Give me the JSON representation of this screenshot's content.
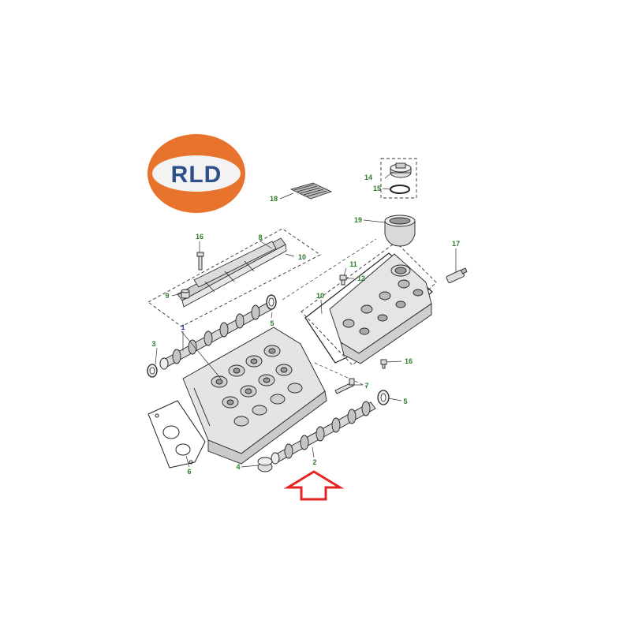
{
  "logo": {
    "text": "RLD",
    "ring_color": "#e8732c",
    "inner_color": "#f3f3f3",
    "text_color": "#2d4f8b"
  },
  "callout_color": "#2a7a2a",
  "special_callout_color": "#1f3fa3",
  "arrow_color": "#e52323",
  "callouts": {
    "c1": "1",
    "c2": "2",
    "c3": "3",
    "c4": "4",
    "c5a": "5",
    "c5b": "5",
    "c6": "6",
    "c7": "7",
    "c8": "8",
    "c9": "9",
    "c10a": "10",
    "c10b": "10",
    "c11": "11",
    "c12": "12",
    "c14": "14",
    "c15": "15",
    "c16a": "16",
    "c16b": "16",
    "c17": "17",
    "c18": "18",
    "c19": "19"
  }
}
